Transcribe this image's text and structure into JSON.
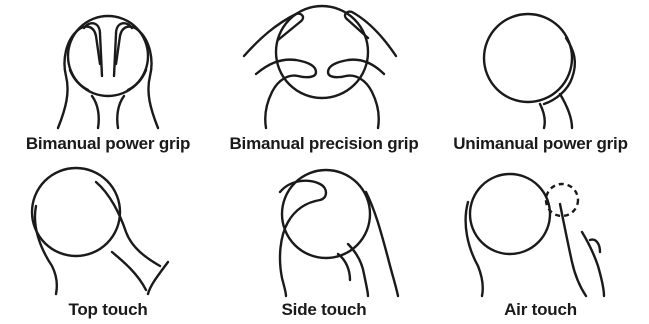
{
  "panels": [
    {
      "id": "bimanual-power-grip",
      "caption": "Bimanual power grip"
    },
    {
      "id": "bimanual-precision-grip",
      "caption": "Bimanual precision grip"
    },
    {
      "id": "unimanual-power-grip",
      "caption": "Unimanual power grip"
    },
    {
      "id": "top-touch",
      "caption": "Top touch"
    },
    {
      "id": "side-touch",
      "caption": "Side touch"
    },
    {
      "id": "air-touch",
      "caption": "Air touch"
    }
  ]
}
